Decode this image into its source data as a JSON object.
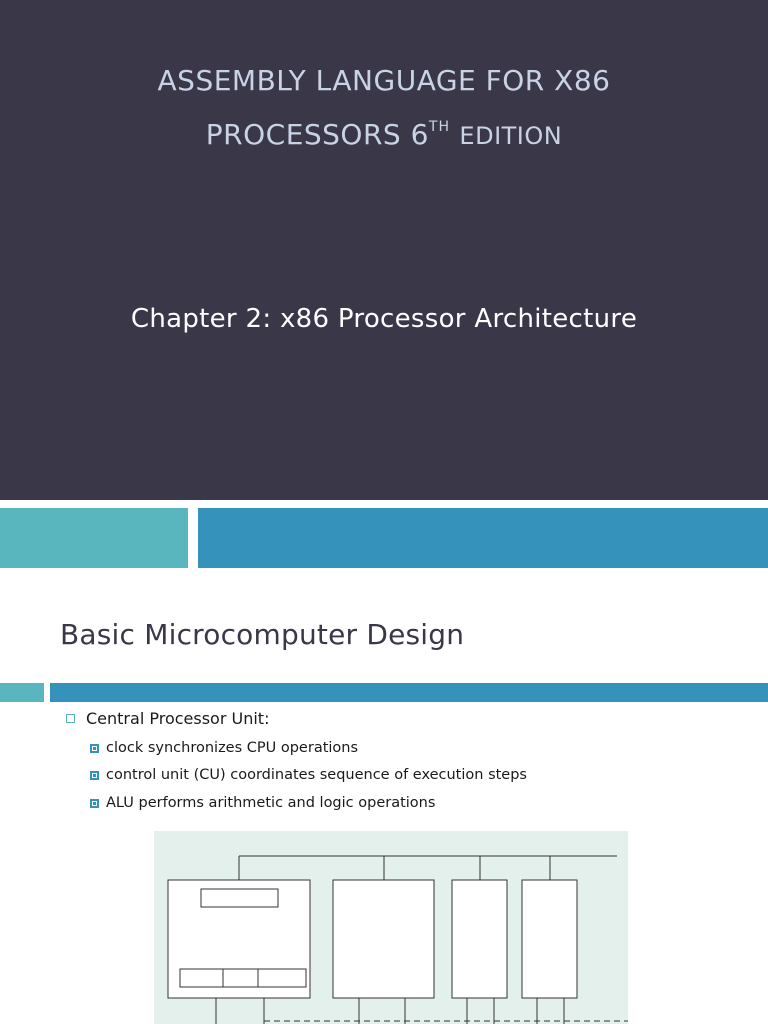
{
  "slide1": {
    "title_line1": "Assembly Language for x86",
    "title_line2_main": "Processors 6",
    "title_line2_sup": "th",
    "title_line2_end": "Edition",
    "subtitle": "Chapter 2: x86 Processor Architecture"
  },
  "slide2": {
    "title": "Basic Microcomputer Design",
    "bullet": "Central Processor Unit:",
    "subbullets": [
      "clock synchronizes CPU operations",
      "control unit (CU) coordinates sequence of execution steps",
      "ALU performs arithmetic and logic operations"
    ]
  },
  "colors": {
    "dark_bg": "#3a3848",
    "teal_light": "#5ab6be",
    "teal_blue": "#3593bb",
    "diagram_bg": "#e3f0ec"
  }
}
